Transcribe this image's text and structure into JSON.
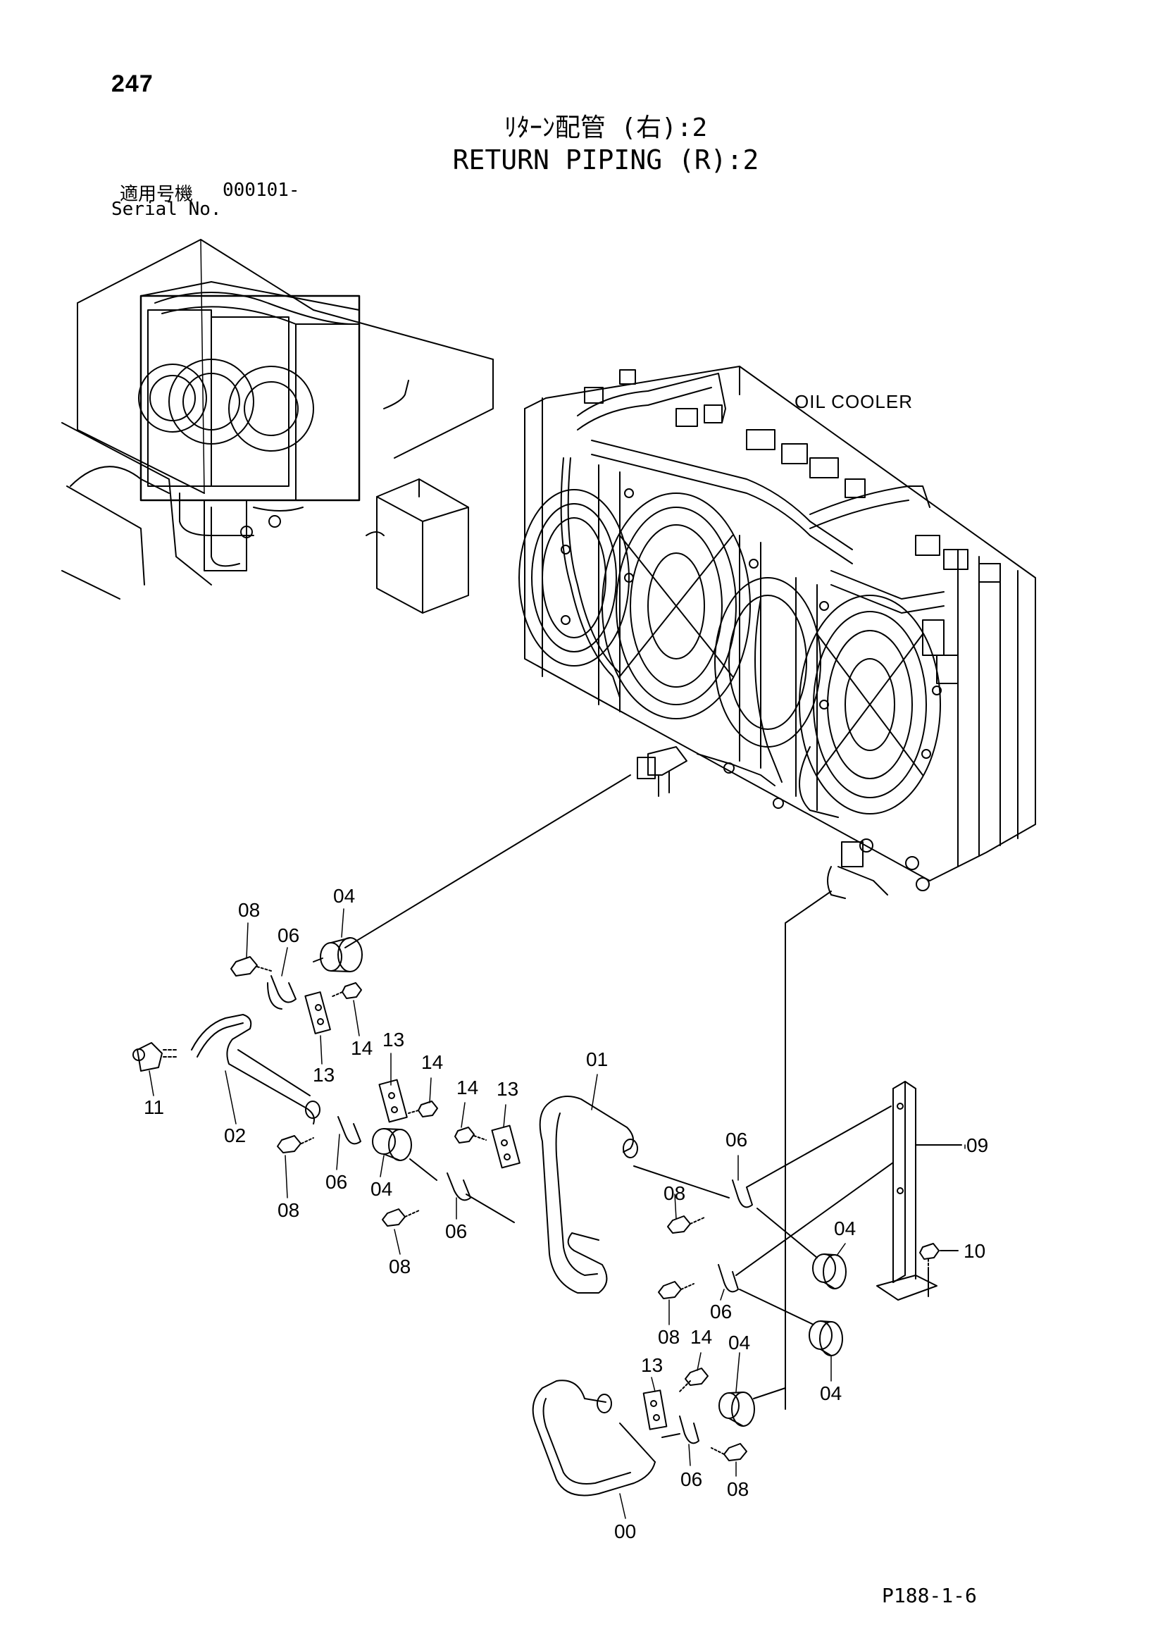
{
  "header": {
    "page_number": "247",
    "title_jp": "ﾘﾀｰﾝ配管 (右):2",
    "title_en": "RETURN PIPING (R):2",
    "serial_label_jp": "適用号機",
    "serial_label_en": "Serial No.",
    "serial_value": "000101-"
  },
  "labels": {
    "oil_cooler": "OIL COOLER"
  },
  "callouts": [
    {
      "id": "c-08a",
      "text": "08"
    },
    {
      "id": "c-06a",
      "text": "06"
    },
    {
      "id": "c-04a",
      "text": "04"
    },
    {
      "id": "c-14a",
      "text": "14"
    },
    {
      "id": "c-13a",
      "text": "13"
    },
    {
      "id": "c-11",
      "text": "11"
    },
    {
      "id": "c-02",
      "text": "02"
    },
    {
      "id": "c-13b",
      "text": "13"
    },
    {
      "id": "c-14b",
      "text": "14"
    },
    {
      "id": "c-14c",
      "text": "14"
    },
    {
      "id": "c-13c",
      "text": "13"
    },
    {
      "id": "c-01",
      "text": "01"
    },
    {
      "id": "c-08b",
      "text": "08"
    },
    {
      "id": "c-06b",
      "text": "06"
    },
    {
      "id": "c-04b",
      "text": "04"
    },
    {
      "id": "c-08c",
      "text": "08"
    },
    {
      "id": "c-06c",
      "text": "06"
    },
    {
      "id": "c-06d",
      "text": "06"
    },
    {
      "id": "c-09",
      "text": "09"
    },
    {
      "id": "c-08d",
      "text": "08"
    },
    {
      "id": "c-04c",
      "text": "04"
    },
    {
      "id": "c-10",
      "text": "10"
    },
    {
      "id": "c-06e",
      "text": "06"
    },
    {
      "id": "c-08e",
      "text": "08"
    },
    {
      "id": "c-14d",
      "text": "14"
    },
    {
      "id": "c-04d",
      "text": "04"
    },
    {
      "id": "c-13d",
      "text": "13"
    },
    {
      "id": "c-04e",
      "text": "04"
    },
    {
      "id": "c-06f",
      "text": "06"
    },
    {
      "id": "c-08f",
      "text": "08"
    },
    {
      "id": "c-00",
      "text": "00"
    }
  ],
  "footer": {
    "page_code": "P188-1-6"
  }
}
